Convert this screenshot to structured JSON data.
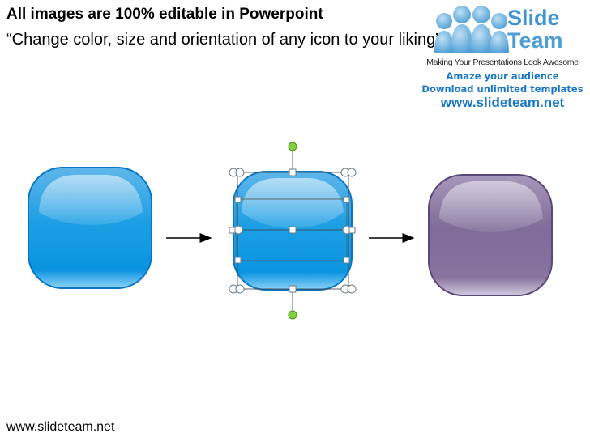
{
  "slide": {
    "title": "All images are 100% editable in Powerpoint",
    "subtitle": "“Change color, size and orientation of any icon to your liking”",
    "footer": "www.slideteam.net"
  },
  "logo": {
    "brand_line1": "Slide",
    "brand_line2": "Team",
    "tagline": "Making Your Presentations Look Awesome",
    "promo_line1": "Amaze your audience",
    "promo_line2": "Download unlimited templates",
    "website": "www.slideteam.net"
  },
  "colors": {
    "blue_icon": "#0a96e0",
    "purple_icon": "#8d7aa5",
    "selection_handle_green": "#7fd23a",
    "brand_blue": "#3f95cf"
  },
  "icons": {
    "original": "blue-rounded-square-icon",
    "selected": "selected-blue-rounded-square-icon",
    "recolored": "purple-rounded-square-icon",
    "arrow": "right-arrow-icon"
  }
}
